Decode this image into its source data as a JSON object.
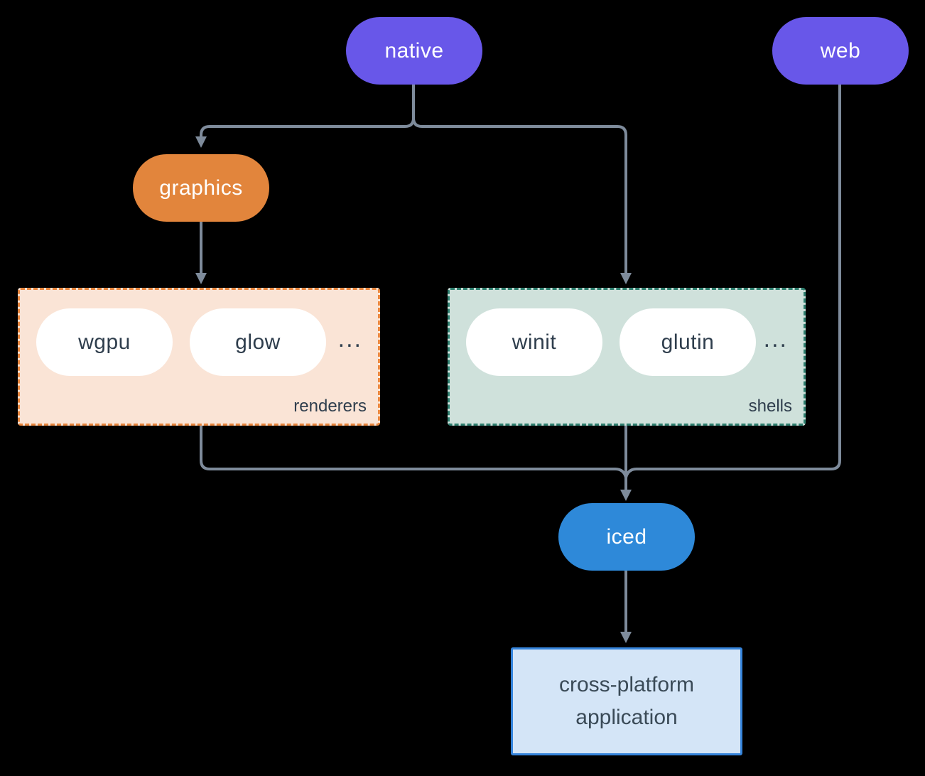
{
  "nodes": {
    "native": {
      "label": "native",
      "fill": "#6857e9"
    },
    "web": {
      "label": "web",
      "fill": "#6857e9"
    },
    "graphics": {
      "label": "graphics",
      "fill": "#e2853c"
    },
    "iced": {
      "label": "iced",
      "fill": "#2e89d9"
    },
    "application": {
      "line1": "cross-platform",
      "line2": "application",
      "fill": "#d4e5f7",
      "border": "#3584db"
    }
  },
  "groups": {
    "renderers": {
      "label": "renderers",
      "fill": "#fae4d6",
      "border": "#e8863e",
      "items": [
        "wgpu",
        "glow"
      ],
      "ellipsis": "..."
    },
    "shells": {
      "label": "shells",
      "fill": "#cfe1db",
      "border": "#2f8070",
      "items": [
        "winit",
        "glutin"
      ],
      "ellipsis": "..."
    }
  },
  "colors": {
    "background": "#000000",
    "connector": "#7e8b9b",
    "node_text": "#ffffff",
    "dark_text": "#2f3e4d"
  }
}
